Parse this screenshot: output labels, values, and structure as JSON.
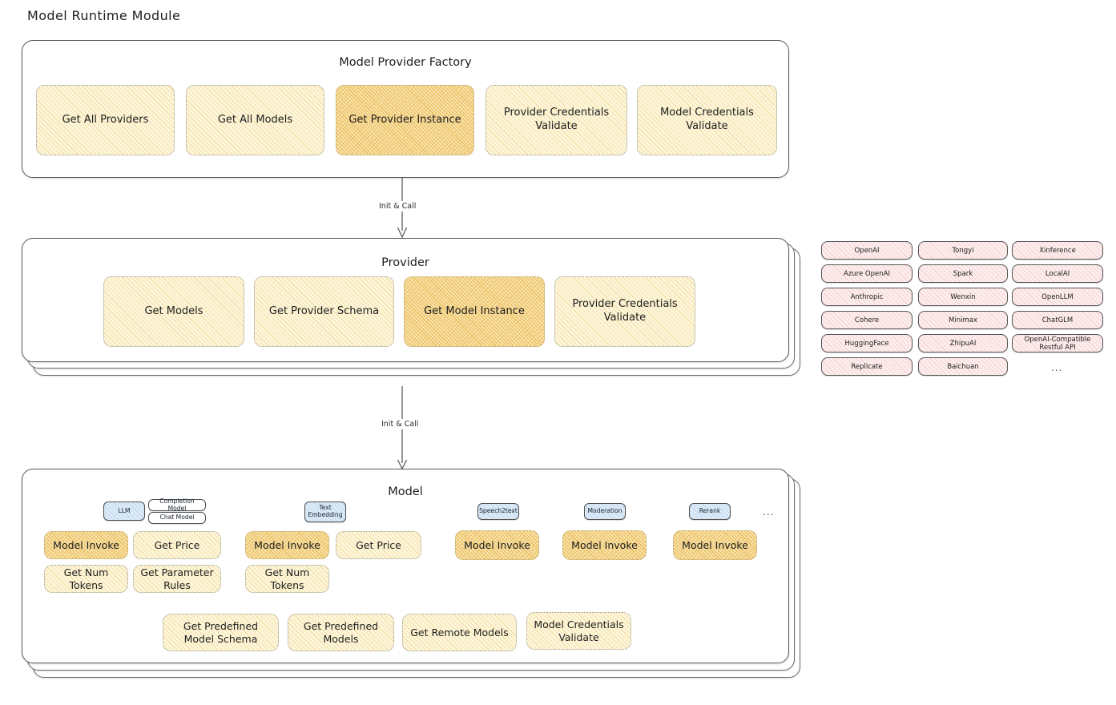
{
  "diagram": {
    "title": "Model Runtime Module"
  },
  "factory": {
    "title": "Model Provider Factory",
    "boxes": [
      {
        "label": "Get All Providers",
        "highlight": false
      },
      {
        "label": "Get All Models",
        "highlight": false
      },
      {
        "label": "Get Provider Instance",
        "highlight": true
      },
      {
        "label": "Provider Credentials Validate",
        "highlight": false
      },
      {
        "label": "Model Credentials Validate",
        "highlight": false
      }
    ]
  },
  "arrow_top": {
    "label": "Init & Call"
  },
  "provider": {
    "title": "Provider",
    "boxes": [
      {
        "label": "Get Models",
        "highlight": false
      },
      {
        "label": "Get Provider Schema",
        "highlight": false
      },
      {
        "label": "Get Model Instance",
        "highlight": true
      },
      {
        "label": "Provider Credentials Validate",
        "highlight": false
      }
    ]
  },
  "arrow_bottom": {
    "label": "Init & Call"
  },
  "provider_list": {
    "columns": [
      [
        "OpenAI",
        "Azure OpenAI",
        "Anthropic",
        "Cohere",
        "HuggingFace",
        "Replicate"
      ],
      [
        "Tongyi",
        "Spark",
        "Wenxin",
        "Minimax",
        "ZhipuAI",
        "Baichuan"
      ],
      [
        "Xinference",
        "LocalAI",
        "OpenLLM",
        "ChatGLM",
        "OpenAI-Compatible Restful API"
      ]
    ],
    "more": "..."
  },
  "model": {
    "title": "Model",
    "more": "...",
    "types": [
      {
        "name": "LLM",
        "sub": [
          "Completion Model",
          "Chat Model"
        ]
      },
      {
        "name": "Text Embedding",
        "sub": []
      },
      {
        "name": "Speech2text",
        "sub": []
      },
      {
        "name": "Moderation",
        "sub": []
      },
      {
        "name": "Rerank",
        "sub": []
      }
    ],
    "ops": [
      {
        "label": "Model Invoke",
        "highlight": true
      },
      {
        "label": "Get Price",
        "highlight": false
      },
      {
        "label": "Get Num Tokens",
        "highlight": false
      },
      {
        "label": "Get Parameter Rules",
        "highlight": false
      },
      {
        "label": "Model Invoke",
        "highlight": true
      },
      {
        "label": "Get Price",
        "highlight": false
      },
      {
        "label": "Get Num Tokens",
        "highlight": false
      },
      {
        "label": "Model Invoke",
        "highlight": true
      },
      {
        "label": "Model Invoke",
        "highlight": true
      },
      {
        "label": "Model Invoke",
        "highlight": true
      }
    ],
    "common": [
      "Get Predefined Model Schema",
      "Get Predefined Models",
      "Get Remote Models",
      "Model Credentials Validate"
    ]
  },
  "colors": {
    "panel_border": "#5c5c5c",
    "box_fill": "#fdf6dd",
    "box_hatch": "#e9c456",
    "box_highlight_fill": "#fae5b4",
    "box_highlight_hatch": "#e0a828",
    "chip_pink_fill": "#fdeeee",
    "chip_blue_fill": "#dceaf7",
    "text": "#1e1e1e"
  }
}
